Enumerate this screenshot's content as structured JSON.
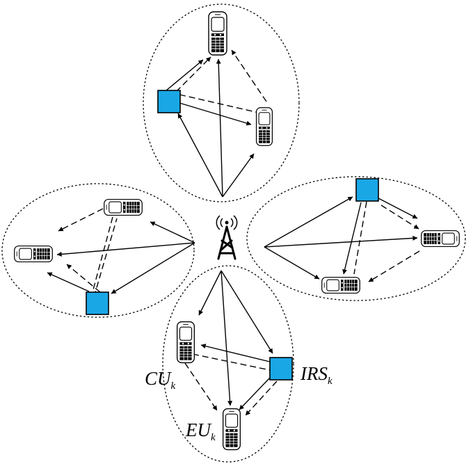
{
  "diagram": {
    "labels": {
      "cu": {
        "main": "CU",
        "sub": "k"
      },
      "irs": {
        "main": "IRS",
        "sub": "k"
      },
      "eu": {
        "main": "EU",
        "sub": "k"
      }
    },
    "colors": {
      "irs_fill": "#1aa7e6",
      "line": "#000000",
      "background": "#ffffff"
    },
    "legend_icons": [
      "base-station-tower-icon",
      "irs-panel",
      "mobile-phone-icon"
    ]
  }
}
